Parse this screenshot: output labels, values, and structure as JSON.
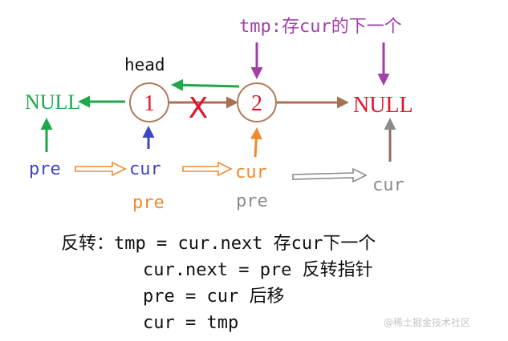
{
  "diagram": {
    "annotation": "tmp:存cur的下一个",
    "head_label": "head",
    "node1_value": "1",
    "node2_value": "2",
    "null_left": "NULL",
    "null_right": "NULL",
    "pre_initial": "pre",
    "cur_initial": "cur",
    "pre_next": "pre",
    "cur_next": "cur",
    "pre_after": "pre",
    "cur_after": "cur",
    "broken_link_mark": "X"
  },
  "code": {
    "line1": "反转：tmp = cur.next 存cur下一个",
    "line2": "cur.next = pre 反转指针",
    "line3": "pre = cur 后移",
    "line4": "cur = tmp"
  },
  "watermark": "@稀土掘金技术社区",
  "colors": {
    "green": "#1fa84a",
    "red": "#e0152a",
    "purple": "#a23ea8",
    "node_border": "#b07a55",
    "brown_arrow": "#a87052",
    "orange": "#f08a2e",
    "blue": "#3f46c4",
    "gray": "#8c8c8c"
  }
}
